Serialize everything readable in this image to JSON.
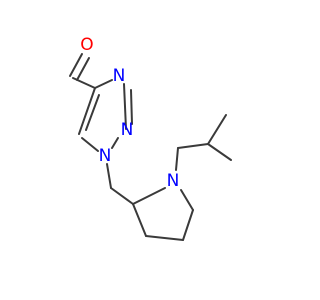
{
  "atoms": {
    "oxygen": {
      "symbol": "O",
      "color": "#ff0000"
    },
    "n_ring_top": {
      "symbol": "N",
      "color": "#0000ff"
    },
    "n_ring_mid": {
      "symbol": "N",
      "color": "#0000ff"
    },
    "n_ring_low": {
      "symbol": "N",
      "color": "#0000ff"
    },
    "n_pyrrolidine": {
      "symbol": "N",
      "color": "#0000ff"
    }
  },
  "colors": {
    "bond": "#3a3a3a",
    "background": "#ffffff"
  }
}
